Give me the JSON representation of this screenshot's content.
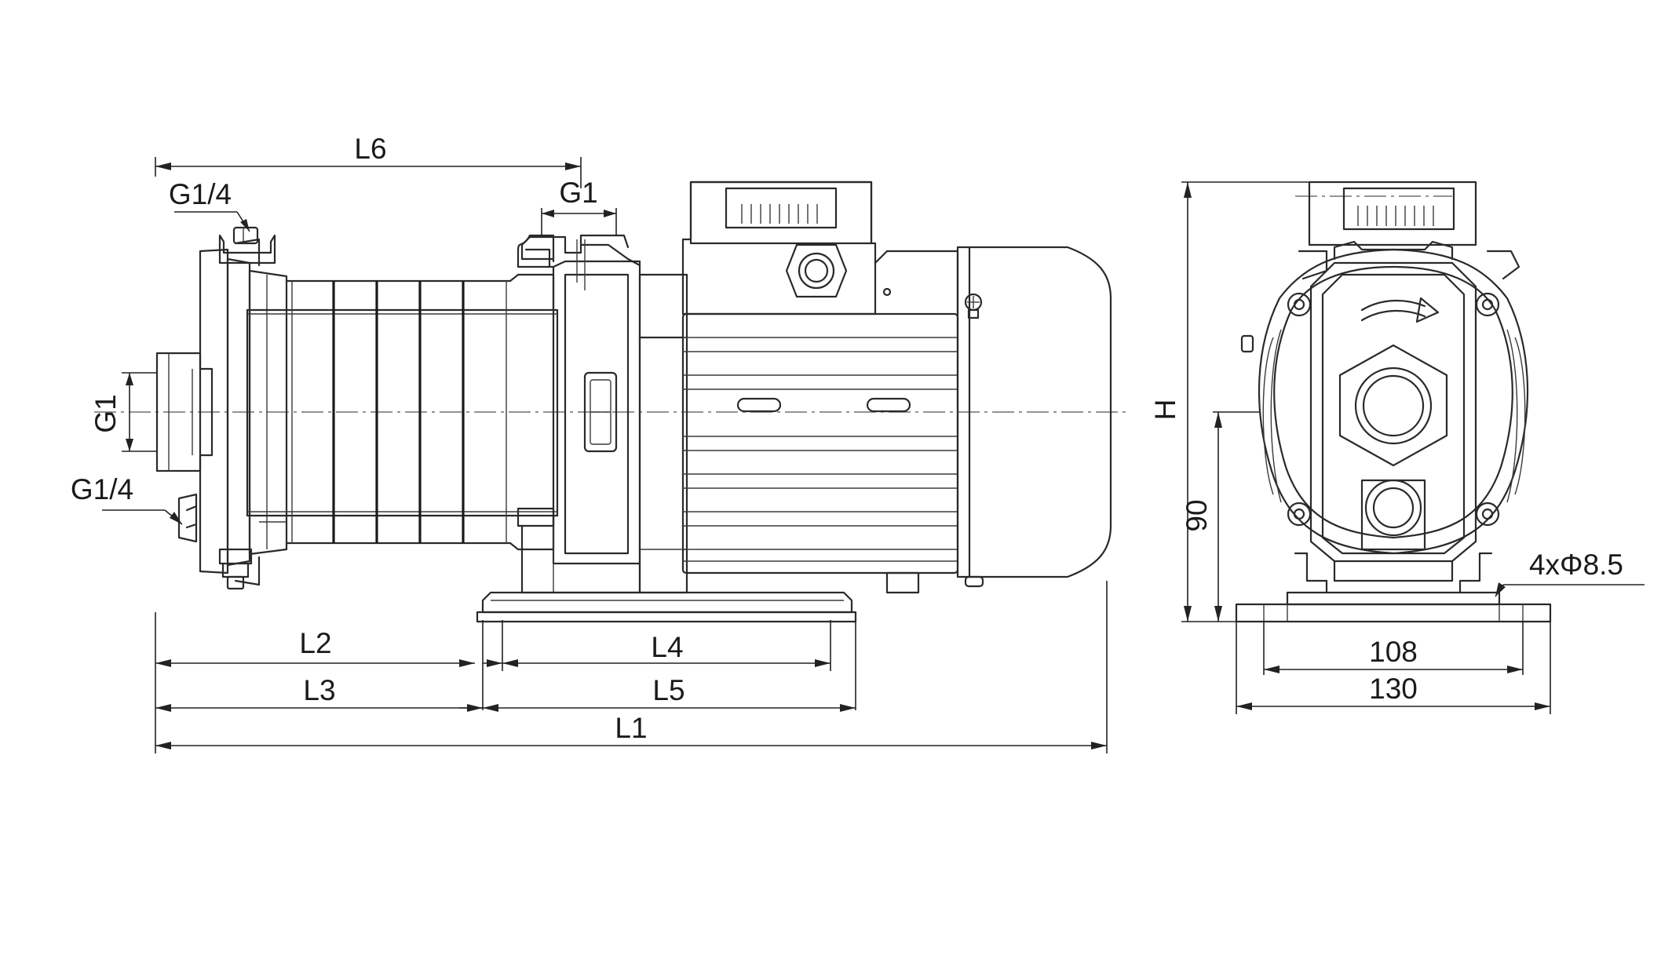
{
  "labels": {
    "L6": "L6",
    "G1_top": "G1",
    "G1_left": "G1",
    "G1_4_top": "G1/4",
    "G1_4_bottom": "G1/4",
    "H": "H",
    "dim_90": "90",
    "holes": "4xΦ8.5",
    "L2": "L2",
    "L3": "L3",
    "L4": "L4",
    "L5": "L5",
    "L1": "L1",
    "dim_108": "108",
    "dim_130": "130"
  },
  "colors": {
    "line": "#2a2a2a",
    "background": "#ffffff"
  }
}
